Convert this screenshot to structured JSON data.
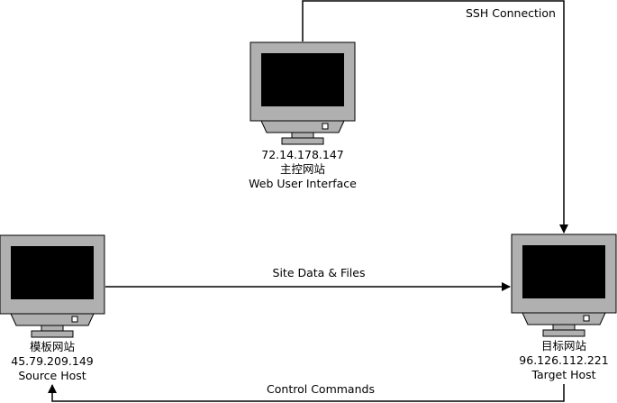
{
  "nodes": {
    "controller": {
      "ip": "72.14.178.147",
      "name_cn": "主控网站",
      "role": "Web User Interface"
    },
    "source": {
      "name_cn": "模板网站",
      "ip": "45.79.209.149",
      "role": "Source Host"
    },
    "target": {
      "name_cn": "目标网站",
      "ip": "96.126.112.221",
      "role": "Target Host"
    }
  },
  "edges": {
    "ssh": "SSH Connection",
    "site_data": "Site Data & Files",
    "control": "Control Commands"
  },
  "colors": {
    "monitor_body": "#b0b0b0",
    "screen": "#000000",
    "line": "#000000"
  }
}
